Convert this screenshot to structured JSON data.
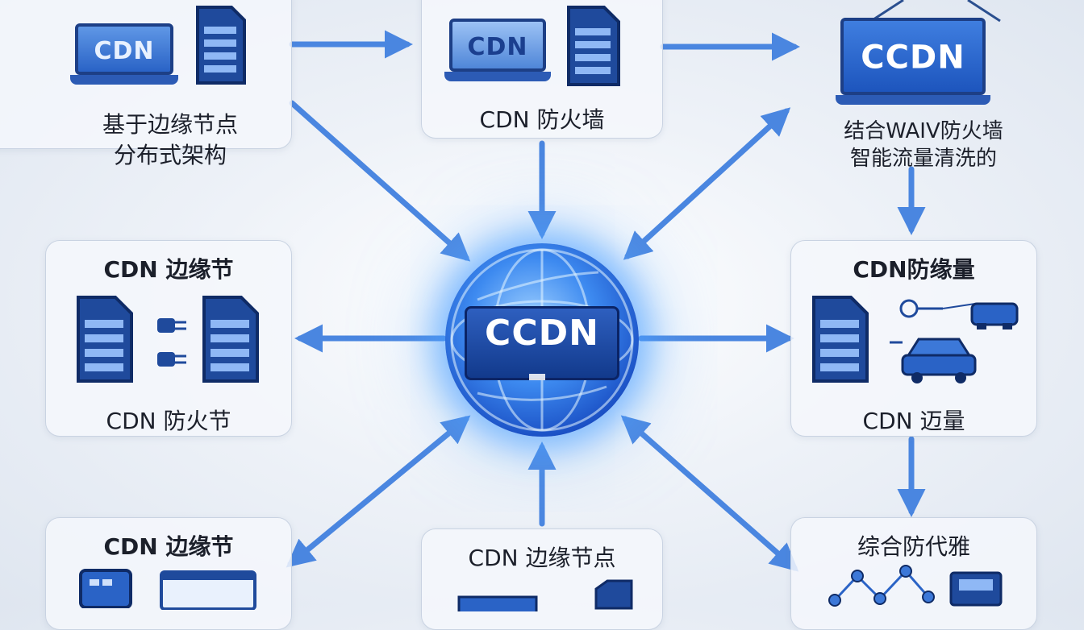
{
  "hub": {
    "label": "CCDN"
  },
  "nodes": {
    "top_left": {
      "lines": [
        "基于边缘节点",
        "分布式架构"
      ],
      "device_brand": "CDN"
    },
    "top_center": {
      "lines": [
        "CDN 防火墙"
      ],
      "device_brand": "CDN"
    },
    "top_right": {
      "lines": [
        "结合WAIV防火墙",
        "智能流量清洗的"
      ],
      "device_brand": "CCDN"
    },
    "mid_left": {
      "title": "CDN 边缘节",
      "caption": "CDN 防火节"
    },
    "mid_right": {
      "title": "CDN防缘量",
      "caption": "CDN 迈量"
    },
    "bottom_left": {
      "title": "CDN 边缘节"
    },
    "bottom_center": {
      "title": "CDN 边缘节点"
    },
    "bottom_right": {
      "title": "综合防代雅"
    }
  },
  "colors": {
    "accent": "#3b7ee0",
    "dark_blue": "#1d3f86",
    "arrow": "#4a86e0"
  }
}
